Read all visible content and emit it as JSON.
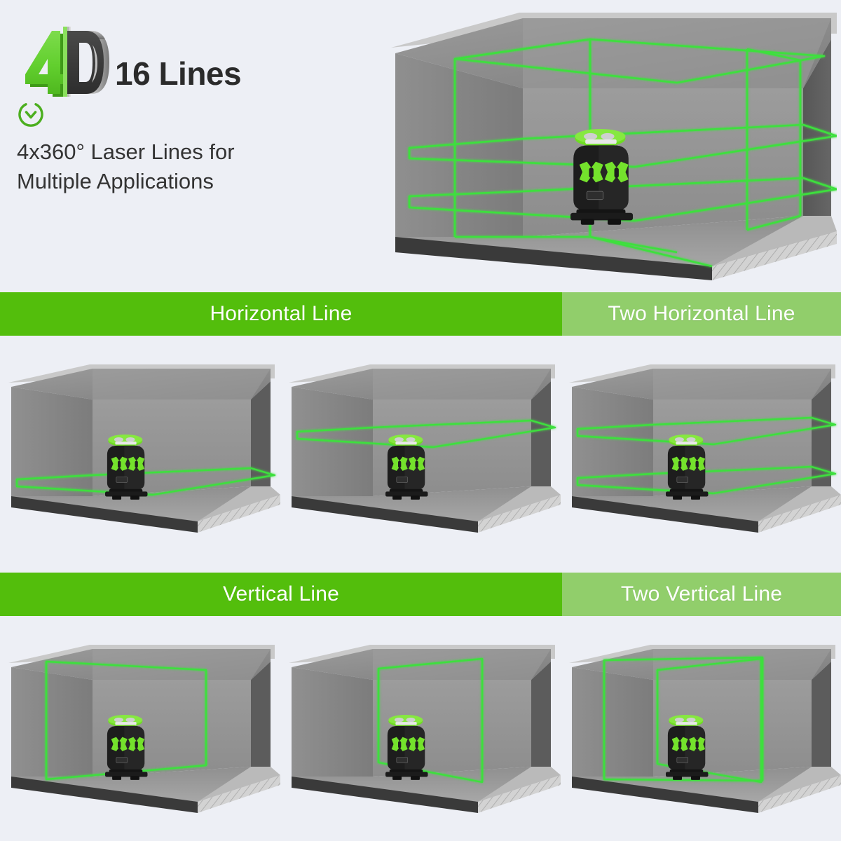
{
  "background_color": "#edeff5",
  "header": {
    "logo": {
      "icon": "4d-logo",
      "digit": "4",
      "letter": "D",
      "digit_color": "#5dc734",
      "letter_color": "#3e3e3e"
    },
    "lines_label": "16 Lines",
    "check_icon": "check-circle-icon",
    "check_color": "#4caf1f",
    "tagline_line1": "4x360° Laser Lines for",
    "tagline_line2": "Multiple Applications"
  },
  "colors": {
    "banner_dark_green": "#53be0c",
    "banner_light_green": "#91ce6b",
    "laser_green": "#3ee03e",
    "room_ceiling": "#8d8d8d",
    "room_back_wall": "#949494",
    "room_left_wall": "#828282",
    "room_right_wall": "#5e5e5e",
    "room_floor": "#9a9a9a",
    "slab_front": "#3a3a3a",
    "slab_side": "#cfcfcf",
    "device_body": "#1b1b1b",
    "device_green": "#72e02a"
  },
  "banners": [
    {
      "id": "banner-horizontal",
      "segments": [
        {
          "label": "Horizontal Line",
          "tone": "dark"
        },
        {
          "label": "Two Horizontal Line",
          "tone": "light"
        }
      ]
    },
    {
      "id": "banner-vertical",
      "segments": [
        {
          "label": "Vertical Line",
          "tone": "dark"
        },
        {
          "label": "Two Vertical Line",
          "tone": "light"
        }
      ]
    }
  ],
  "scenes": [
    {
      "id": "hero-scene",
      "name": "hero-room-all-lines",
      "description": "Room with full 4x360 degree laser grid: two horizontal planes and two vertical planes",
      "horizontal_planes": 2,
      "vertical_planes": 2
    },
    {
      "id": "panel-1",
      "name": "room-single-horizontal-low",
      "description": "Single horizontal laser plane near floor level",
      "horizontal_planes": 1,
      "vertical_planes": 0
    },
    {
      "id": "panel-2",
      "name": "room-single-horizontal-high",
      "description": "Single horizontal laser plane above device",
      "horizontal_planes": 1,
      "vertical_planes": 0
    },
    {
      "id": "panel-3",
      "name": "room-two-horizontal",
      "description": "Two horizontal laser planes",
      "horizontal_planes": 2,
      "vertical_planes": 0
    },
    {
      "id": "panel-4",
      "name": "room-single-vertical-left",
      "description": "Single vertical laser plane at left position",
      "horizontal_planes": 0,
      "vertical_planes": 1
    },
    {
      "id": "panel-5",
      "name": "room-single-vertical-right",
      "description": "Single vertical laser plane at right position",
      "horizontal_planes": 0,
      "vertical_planes": 1
    },
    {
      "id": "panel-6",
      "name": "room-two-vertical",
      "description": "Two vertical laser planes",
      "horizontal_planes": 0,
      "vertical_planes": 2
    }
  ],
  "device": {
    "name": "4d-laser-level-device",
    "body_color": "#1b1b1b",
    "accent_color": "#72e02a"
  }
}
